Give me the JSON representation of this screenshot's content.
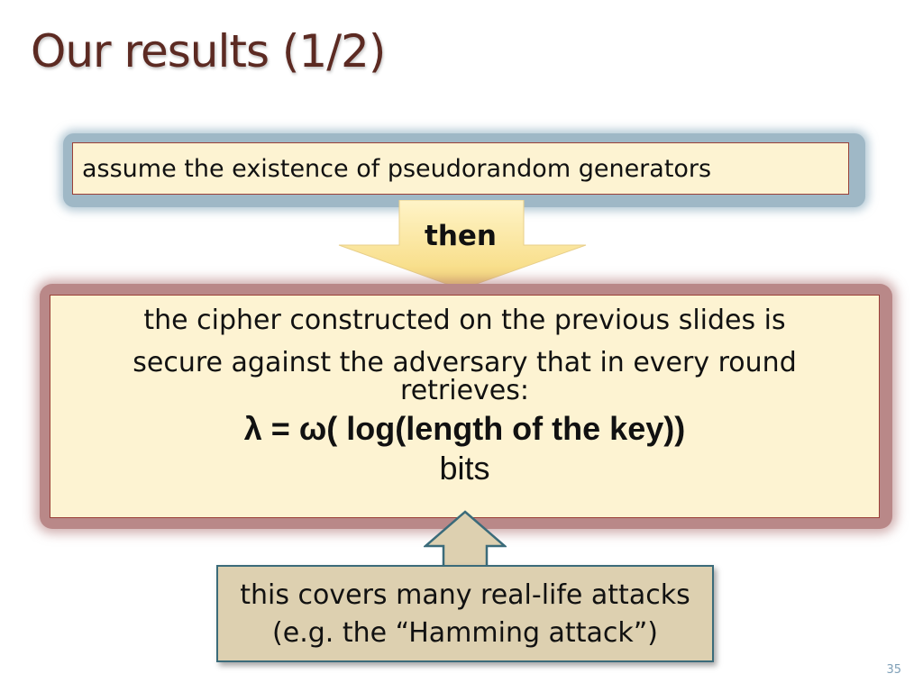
{
  "slide": {
    "title": "Our results (1/2)",
    "page_number": "35"
  },
  "assumption": {
    "text": "assume the existence of pseudorandom generators"
  },
  "implication": {
    "label": "then"
  },
  "result": {
    "line1": "the cipher constructed on the previous slides is",
    "line2": "secure against the adversary that in every round",
    "line3": "retrieves:",
    "formula": "λ = ω( log(length of the key))",
    "unit": "bits"
  },
  "note": {
    "line1": "this covers many real-life attacks",
    "line2": "(e.g. the “Hamming attack”)"
  },
  "colors": {
    "title": "#5c2a22",
    "box_fill": "#fdf3d2",
    "box_border": "#9a4038",
    "arrow_fill": "#fce9a4",
    "note_fill": "#ddd0b0",
    "note_border": "#3b6b7a"
  }
}
